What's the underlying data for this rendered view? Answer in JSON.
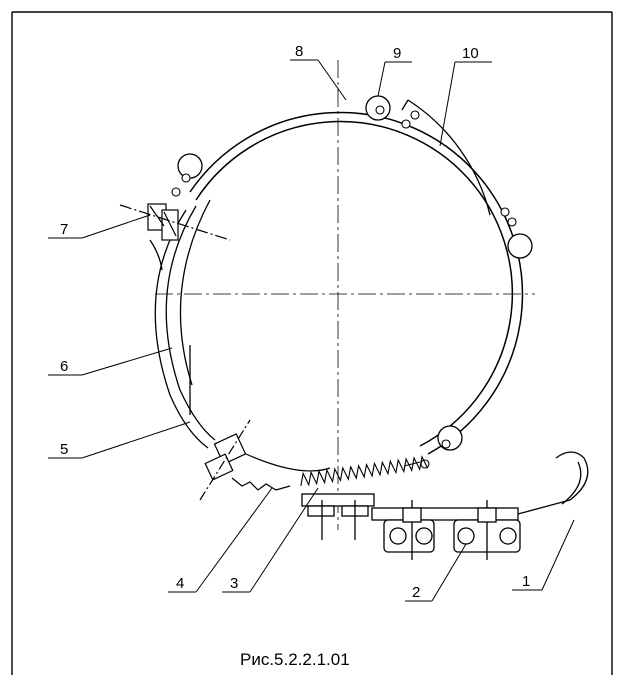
{
  "figure": {
    "caption": "Рис.5.2.2.1.01",
    "callouts": {
      "c1": "1",
      "c2": "2",
      "c3": "3",
      "c4": "4",
      "c5": "5",
      "c6": "6",
      "c7": "7",
      "c8": "8",
      "c9": "9",
      "c10": "10"
    },
    "line_color": "#000000",
    "background": "#ffffff"
  }
}
